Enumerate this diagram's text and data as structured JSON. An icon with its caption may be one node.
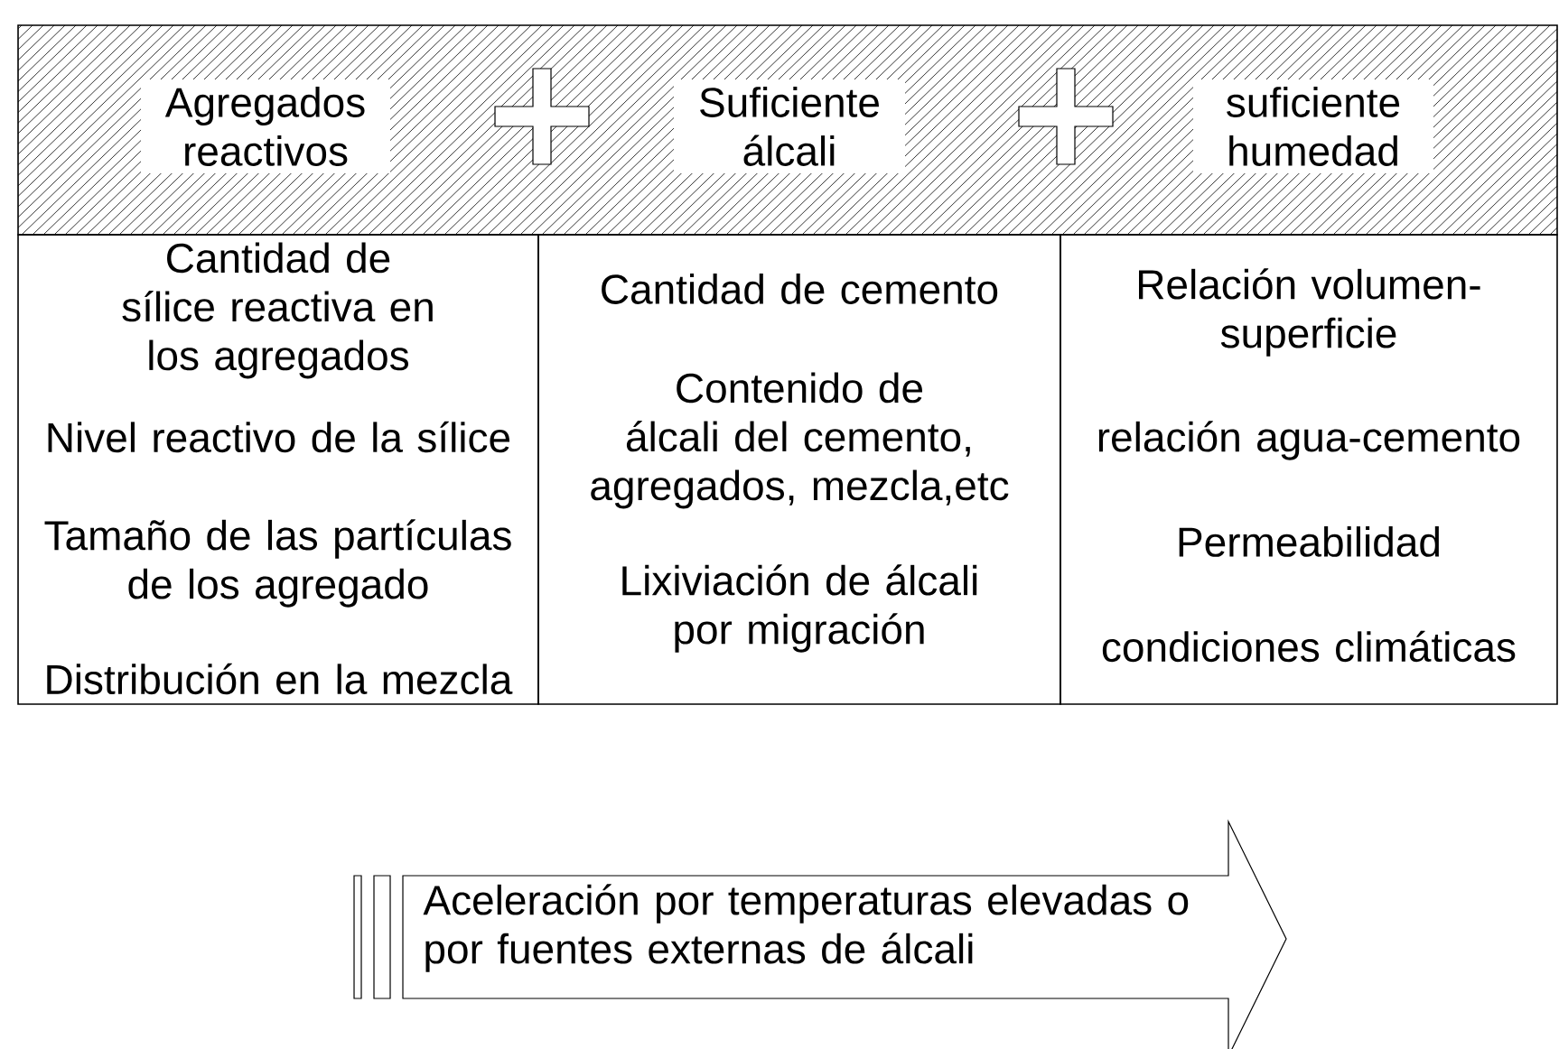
{
  "diagram": {
    "nodes": [
      {
        "text": [],
        "shape": "box"
      },
      {
        "text": [
          "Agregados reactivos"
        ],
        "in": 0
      },
      {
        "text": [
          "Suficiente álcali"
        ],
        "in": 0
      },
      {
        "text": [
          "suficiente humedad"
        ],
        "in": 0
      },
      {
        "text": [
          "Cantidad de sílice reactiva en los agregados",
          "Nivel reactivo de la sílice",
          "Tamaño de las partículas de los agregado",
          "Distribución en la mezcla"
        ]
      },
      {
        "text": [
          "Cantidad de cemento",
          "Contenido de álcali del cemento, agregados, mezcla,etc",
          "Lixiviación de álcali por migración"
        ]
      },
      {
        "text": [
          "Relación volumen-superficie",
          "relación agua-cemento",
          "Permeabilidad",
          "condiciones climáticas"
        ]
      },
      {
        "text": [
          "Aceleración por temperaturas elevadas o por fuentes externas de álcali"
        ]
      }
    ]
  }
}
